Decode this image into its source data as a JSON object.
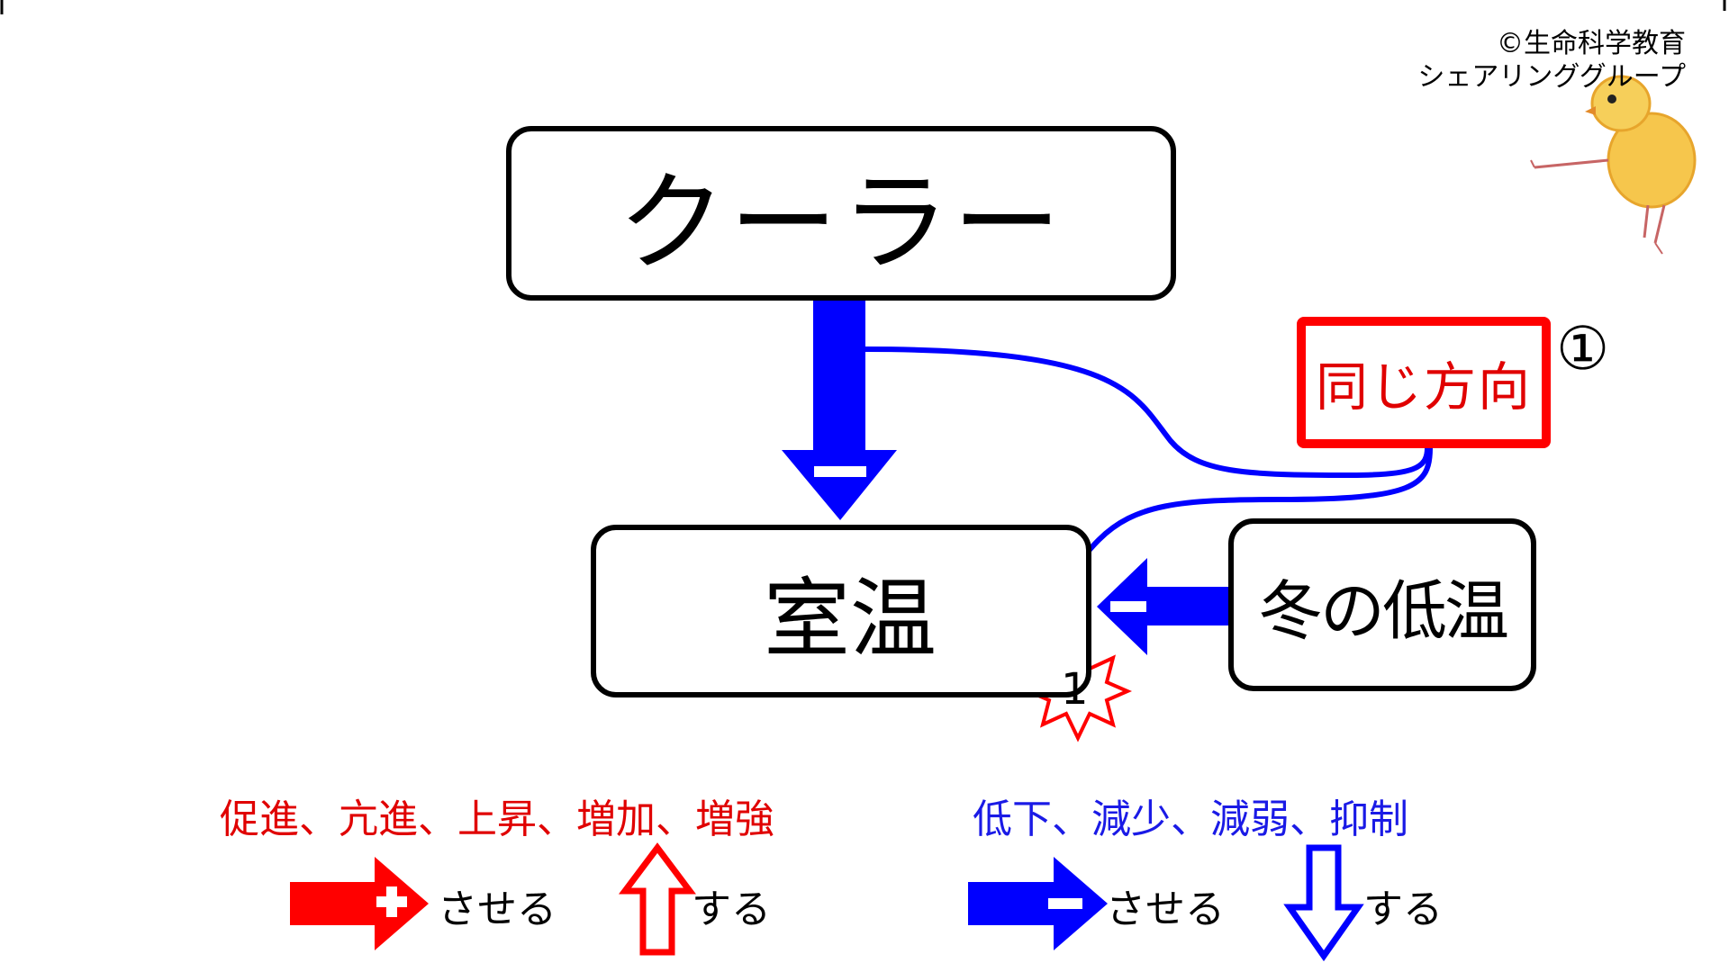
{
  "copyright": {
    "line1": "©生命科学教育",
    "line2": "シェアリンググループ"
  },
  "boxes": {
    "cooler": "クーラー",
    "room_temp": "室温",
    "winter_low_temp": "冬の低温",
    "same_direction": "同じ方向"
  },
  "circled_number": "①",
  "star_badge": "1",
  "legend": {
    "red_words": "促進、亢進、上昇、増加、増強",
    "blue_words": "低下、減少、減弱、抑制",
    "red_arrow_suffix": "させる",
    "red_up_suffix": "する",
    "blue_arrow_suffix": "させる",
    "blue_down_suffix": "する"
  },
  "colors": {
    "red": "#ff0000",
    "blue": "#0000ff"
  },
  "icons": {
    "plus_arrow": "red-plus-arrow-icon",
    "minus_arrow": "blue-minus-arrow-icon",
    "up_arrow": "red-outline-up-arrow-icon",
    "down_arrow": "blue-outline-down-arrow-icon",
    "star": "red-star-badge-icon",
    "chick": "chick-drawing-icon"
  }
}
